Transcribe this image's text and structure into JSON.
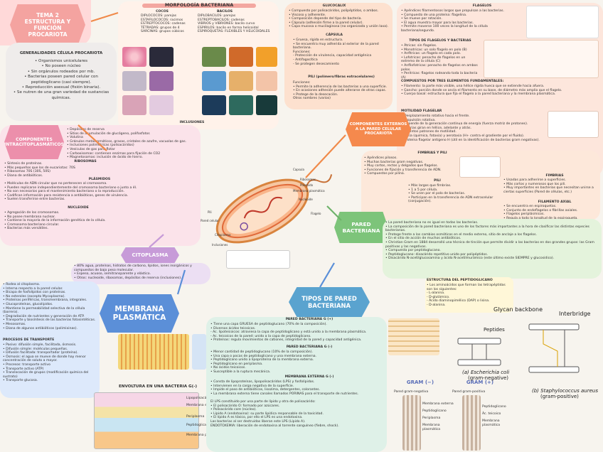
{
  "title_box": {
    "title": "TEMA 2\nESTRUCTURA Y FUNCIÓN\nPROCARIOTA"
  },
  "general": {
    "heading": "GENERALIDADES CÉLULA PROCARIOTA",
    "lines": "• Organismos unicelulares\n• No poseen núcleo\n• Sin orgánulos rodeados por mb.\n• Bacterias poseen pared celular con peptidoglicano (casi siempre).\n• Reproducción asexual (fisión binaria).\n• Se nutren de una gran variedad de sustancias químicas."
  },
  "morfologia": {
    "title": "MORFOLOGÍA BACTERIANA",
    "cocos_head": "COCOS",
    "cocos": "DIPLOCOCOS: parejas\nESTAFILOCOCOS: racimos\nESTREPTOCOCOS: cadenas\nTÉTRADAS: grupos de 4\nSARCINAS: grupos cúbicos",
    "bacilos_head": "BACILOS",
    "bacilos": "DIPLOBACILOS: parejas\nESTREPTOBACILOS: cadenas\nVIBRIOS y VIBRIONES: bacilo curvo\nESPIRILOS: bacilo en forma helicoidal\nESPIROQUETAS: FLEXIBLES Y HELICOIDALES",
    "inclusiones": "INCLUSIONES"
  },
  "glucocalix": {
    "title": "GLUCOCALIX",
    "lines": "• Compuesto por polisacáridos, polipéptidos, o ambos.\n• Viscoso y adherente.\n• Composición depende del tipo de bacteria.\n• Cápsula (adhesión firme a la pared celular).\n• Capa mucosa o mucilaginosa (no organizada y unión laxa).",
    "capsula": "CÁPSULA",
    "capsula_lines": "• Gruesa, rígida en estructura.\n• Se encuentra muy adherida al exterior de la pared bacteriana.\nFunciones:\n  - Protección de virulencia, capacidad antigénica\n  - Antifagocítica\n  - Se protegen desecamiento",
    "pili": "PILI (polímero/fibras extracelulares)",
    "pili_lines": "Funciones:\n• Permite la adherencia de las bacterias a una superficie.\n• En ocasiones adhesión puede alterarse de otras capas.\n• Protege de la desecación.\nOtros nombres (varios)"
  },
  "flagelos": {
    "title": "FLAGELOS",
    "lines": "• Apéndices filamentosos largos que propulsan a las bacterias.\n• Compuesto de una proteína: flagelina.\n• Se mueve por rotación.\n• El agua muestra mayor para las bacterias.\n• Permite moverse 100 veces la longitud de la célula bacteriana/segundo.",
    "tipos": "TIPOS DE FLAGELOS Y BACTERIAS",
    "tipos_lines": "• Átricas: sin flagelos.\n• Monotricas: un solo flagelo en polo (B)\n• Anfitricas: un flagelo en cada polo.\n• Lofotricas: penacho de flagelos en un extremo de la célula (C)\n• Anfilofotricas: penacho de flagelos en ambos polos.\n• Peritricas: flagelos rodeando toda la bacteria (A)",
    "componentes": "COMPUESTOS POR TRES ELEMENTOS FUNDAMENTALES:",
    "comp_lines": "• Filamento: la parte más visible, una hélice rígida hueca que se extiende hacia afuera.\n• Gancho: porción donde se ancla el filamento en su base, de diámetro más amplio que el flagelo.\n• Cuerpo basal: estructura que fija el flagelo a la pared bacteriana y la membrana plasmática.",
    "motilidad": "MOTILIDAD FLAGELAR",
    "mot_lines": "• Desplazamiento rotativo hacia el frente.\n• Propulsión rotativa.\n• Depende de la generación continua de energía (fuerza motriz de protones).\nBacterias giran en hélice, adelante y atrás.\n• Distintos patrones de motilidad.\n• Taxia (química, fotaxia) y aerotaxia (H+ contra el gradiente por el fluido).\n• Proteína flagelar antígeno H (útil en la identificación de bacterias gram negativas)."
  },
  "componentes_internos": {
    "title": "COMPONENTES\nINTRACITOPLASMÁTICOS",
    "lines": "• Depósitos de reserva\n• Sitios de acumulación de glucógeno, polifosfatos\n• Volutina\n• Gránulos metacromáticos, grasas, cristales de azufre, vacuolas de gas.\n• Inclusiones polimétricas (polisacáridos)\n• Vesículas de gas para flotar\n• Carboxisomas: contienen enzimas para fijación de CO2\n• Magnetosomas: inclusión de óxido de hierro.",
    "ribosomas": "RIBOSOMAS",
    "rib_lines": "• Síntesis de proteínas.\n• Más pequeños que los de eucariotas: 70S\n• Ribosomas 70S (30S, 50S)\n• Diana de antibióticos.",
    "plasmidos": "PLÁSMIDOS",
    "plas_lines": "• Moléculas de ADN circular que no pertenecen al cromosoma.\n• Pueden replicarse independientemente del cromosoma bacteriano o junto a él.\n• No son necesarios para el mantenimiento bacteriano o la reproducción.\n• Codifican información para resistencia a antibióticos, genes de virulencia.\n• Suelen transferirse entre bacterias.",
    "nucleoide": "NUCLEOIDE",
    "nuc_lines": "• Agregación de los cromosomas.\n• No posee membrana nuclear.\n• Contiene la mayoría de la información genética de la célula.\n• Cromosoma bacteriano circular.\n• Bacterias más versátiles."
  },
  "componentes_externos": {
    "title": "COMPONENTES EXTERNOS\nA LA PARED CELULAR\nPROCARIOTA"
  },
  "fimbrias": {
    "title": "FIMBRIAS Y PILI",
    "lines": "• Apéndices pilosos.\n• Muchas bacterias gram negativas.\n• Muy cortos, rectos y delgados que flagelos.\n• Funciones de fijación y transferencia de ADN.\n• Compuestos por pilina.",
    "fimbrias_h": "FIMBRIAS",
    "fim_lines": "• Usadas para adherirse a superficies.\n• Más cortos y numerosos que los pili.\n• Muy importantes en bacterias que necesitan unirse a ciertas superficies (Pared de células, etc.)",
    "pili_h": "PILI",
    "pili_lines": "• Más largos que fimbrias.\n• 1 a 5 por célula.\n• Se unen por el polo de bacterias.\n• Participan en la transferencia de ADN extracelular (conjugación).",
    "filamento": "FILAMENTO AXIAL",
    "fil_lines": "• Se encuentra en espiroquetas.\n• Conjunto de endoflagelos o fibrillas axiales.\n• Flagelos periplásmicos.\n• Regula a todo la longitud de la espiroqueta."
  },
  "cell": {
    "labels": [
      "Capsula",
      "Pared celular",
      "Membrana plasmática",
      "Citoplasma",
      "Ribosomas",
      "Nucleoide",
      "Flagelo",
      "Pili",
      "Plásmido",
      "Inclusiones"
    ]
  },
  "citoplasma": {
    "title": "CITOPLASMA",
    "lines": "• 80% agua, proteínas, hidratos de carbono, lípidos, iones inorgánicos y compuestos de bajo peso molecular.\n• Espeso, acuoso, semitransparente y elástico.\n• Otros: nucleoide, ribosomas, depósitos de reserva (inclusiones)."
  },
  "membrana": {
    "title": "MEMBRANA\nPLASMÁTICA",
    "lines": "• Rodea al citoplasma.\n• Interna respecto a la pared celular.\n• Bicapa de fosfolípidos con proteínas.\n• No esteroles (excepto Mycoplasma).\n• Proteínas periféricas, transmembrana, integrales.\n• Glucoproteínas, glucolípidos.\n• Mantiene la permeabilidad selectiva de la célula (barrera).\n• Degradación de nutrientes y generación de ATP.\n• Transporte y biosíntesis de las bacterias fotosintéticas.\n• Mesosomas.\n• Diana de algunos antibióticos (polimixinas).",
    "transporte": "PROCESOS DE TRANSPORTE",
    "trans_lines": "• Pasivo: difusión simple, facilitada, ósmosis.\n• Difusión simple: moléculas pequeñas.\n• Difusión facilitada: transportador (proteína).\n• Ósmosis: el agua se mueve de donde hay menor concentración de soluto a mayor.\n• Procesos: transporte activo\n• Transporte activo (ATP)\n• Translocación de grupos (modificación química del sustrato)\n• Transporte glucosa."
  },
  "pared": {
    "title": "PARED\nBACTERIANA",
    "lines": "• La pared bacteriana no es igual en todas las bacterias.\n• La composición de la pared bacteriana es uno de los factores más importantes a la hora de clasificar las distintas especies bacterianas.\n• Protege frente a los cambios osmóticos en el medio externo, sitio de anclaje a los flagelos.\n• En el sitio de acción de muchos antibióticos.\n• Christian Gram en 1884 desarrolló una técnica de tinción que permite dividir a las bacterias en dos grandes grupos: las Gram positivas y las negativas.\n• Compuesta por peptidoglucano.\n• Peptidoglucano: disacárido repetitivo unido por polipéptidos.\n• Disacárido N-acetilglucosamina y ácido N-acetilmurámico (este último existe SIEMPRE y glucosidico)."
  },
  "peptidoglicano": {
    "title": "ESTRUCTURA DEL PEPTIDOGLICANO",
    "lines": "• Los aminoácidos que forman las tetrapéptidas son los siguientes:\n  - L-alanina.\n  - D-glutámico.\n  - Ácido diaminopimélico (DAP) o lisina.\n  - D-alanina."
  },
  "tipos": {
    "title": "TIPOS DE PARED\nBACTERIANA",
    "gp_head": "PARED BACTERIANA G (+)",
    "gp_lines": "• Tiene una capa GRUESA de peptidoglucano (70% de la composición).\n• Diversos ácidos teicoicos.\n  - Ac. lipoteicoicos: atraviesa la capa de peptidoglicano y está unido a la membrana plasmática.\n  - Ac. teicoicos de la pared: unido a la capa de peptidoglicano.\n• Proteínas: regula movimientos de cationes, integridad de la pared y capacidad antigénica.",
    "gn_head": "PARED BACTERIANA G (-)",
    "gn_lines": "• Menor cantidad de peptidoglucano (10% de la composición).\n• Una capa o pocas de peptidoglicano y una membrana externa.\n• Peptidoglicano unido a lipoproteína de la membrana externa.\n• Peptidoglicano en periplasma.\n• No ácidos teicoicos.\n• Susceptible a la ruptura mecánica.",
    "me_head": "MEMBRANA EXTERNA G (-)",
    "me_lines": "• Consta de lipoproteínas, lipopolisacáridos (LPS) y fosfolípidos.\n• Intervienen en la carga negativa de la superficie.\n• Impide el paso de antibióticos, lisozima, detergentes, colorantes.\n• La membrana externa tiene canales llamados PORINAS para el transporte de nutrientes.\n\nEl LPS constituido por una parte de lípido y otra de polisacárido:\n• El polisacárido O: formado por azúcares.\n• Polisacárido core (núcleo).\n• Lípido A (endotoxina): su parte lipídica responsable de la toxicidad.\n• El lípido A es tóxico, por ello el LPS es una endotoxina.\nLas bacterias al ser destruidas liberan este LPS (Lípido A).\nENDOTOXEMIA: liberación de endotoxina al torrente sanguíneo (fiebre, shock)."
  },
  "envoltura": {
    "title": "ENVOLTURA EN UNA BACTERIA G(-)",
    "labels": [
      "Lipopolisacárido",
      "Membrana externa",
      "Periplasma",
      "Peptidoglicano",
      "Membrana plasmática"
    ]
  },
  "gram": {
    "neg": "GRAM (−)",
    "pos": "GRAM (+)",
    "neg_caption": "Pared gram-negativa",
    "pos_caption": "Pared gram-positiva",
    "neg_labels": [
      "Membrana externa",
      "Peptidoglicano",
      "Periplasma",
      "Membrana plasmática"
    ],
    "pos_labels": [
      "Peptidoglicano",
      "Ác. teicoico",
      "Membrana plasmática"
    ]
  },
  "diagram": {
    "glycan": "Glycan backbone",
    "interbridge": "Interbridge",
    "peptides": "Peptides",
    "ecoli_a": "(a) Escherichia coli",
    "ecoli_b": "(gram-negative)",
    "staph_a": "(b) Staphylococcus aureus",
    "staph_b": "(gram-positive)"
  },
  "colors": {
    "pink": "#f8c9d4",
    "orange": "#f58a3c",
    "green": "#a8d9a3",
    "blue": "#5b8fd8",
    "purple": "#e6d7ef",
    "peach": "#fde1cf"
  }
}
